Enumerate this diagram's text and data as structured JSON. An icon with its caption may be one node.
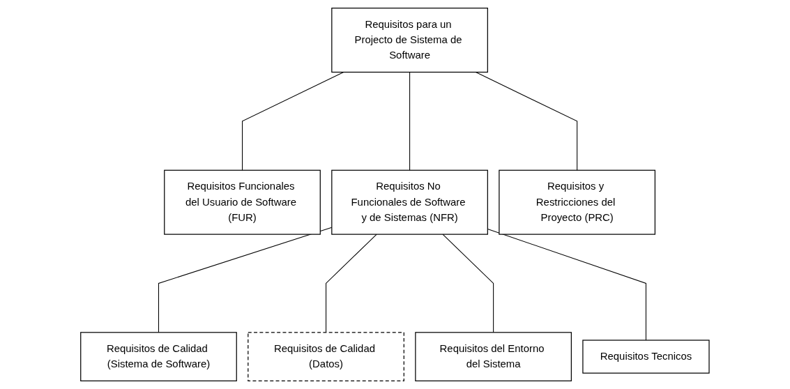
{
  "diagram": {
    "nodes": [
      {
        "text": [
          "Requisitos para un Projecto de Sistema de Software"
        ]
      },
      {
        "text": [
          "Requisitos Funcionales del Usuario de Software (FUR)"
        ]
      },
      {
        "text": [
          "Requisitos No Funcionales de Software y de Sistemas (NFR)"
        ]
      },
      {
        "text": [
          "Requisitos y Restricciones del Proyecto (PRC)"
        ]
      },
      {
        "text": [
          "Requisitos de Calidad (Sistema de Software)"
        ]
      },
      {
        "text": [
          "Requisitos de Calidad (Datos)"
        ]
      },
      {
        "text": [
          "Requisitos del Entorno del Sistema"
        ]
      },
      {
        "text": [
          "Requisitos Tecnicos"
        ]
      }
    ],
    "edges": [
      {
        "from": 0,
        "to": 1,
        "arrow": "none"
      },
      {
        "from": 0,
        "to": 2,
        "arrow": "none"
      },
      {
        "from": 0,
        "to": 3,
        "arrow": "none"
      },
      {
        "from": 2,
        "to": 4,
        "arrow": "none"
      },
      {
        "from": 2,
        "to": 5,
        "arrow": "none"
      },
      {
        "from": 2,
        "to": 6,
        "arrow": "none"
      },
      {
        "from": 2,
        "to": 7,
        "arrow": "none"
      }
    ]
  }
}
